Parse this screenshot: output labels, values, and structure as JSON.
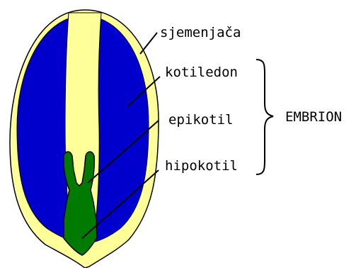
{
  "labels": {
    "seed_coat": "sjemenjača",
    "cotyledon": "kotiledon",
    "epicotyl": "epikotil",
    "hypocotyl": "hipokotil",
    "embryo": "EMBRION"
  },
  "colors": {
    "seed_coat": "#ffff99",
    "cotyledon": "#0000cc",
    "endosperm": "#ffff99",
    "embryo_axis": "#007a00",
    "outline": "#000000"
  }
}
